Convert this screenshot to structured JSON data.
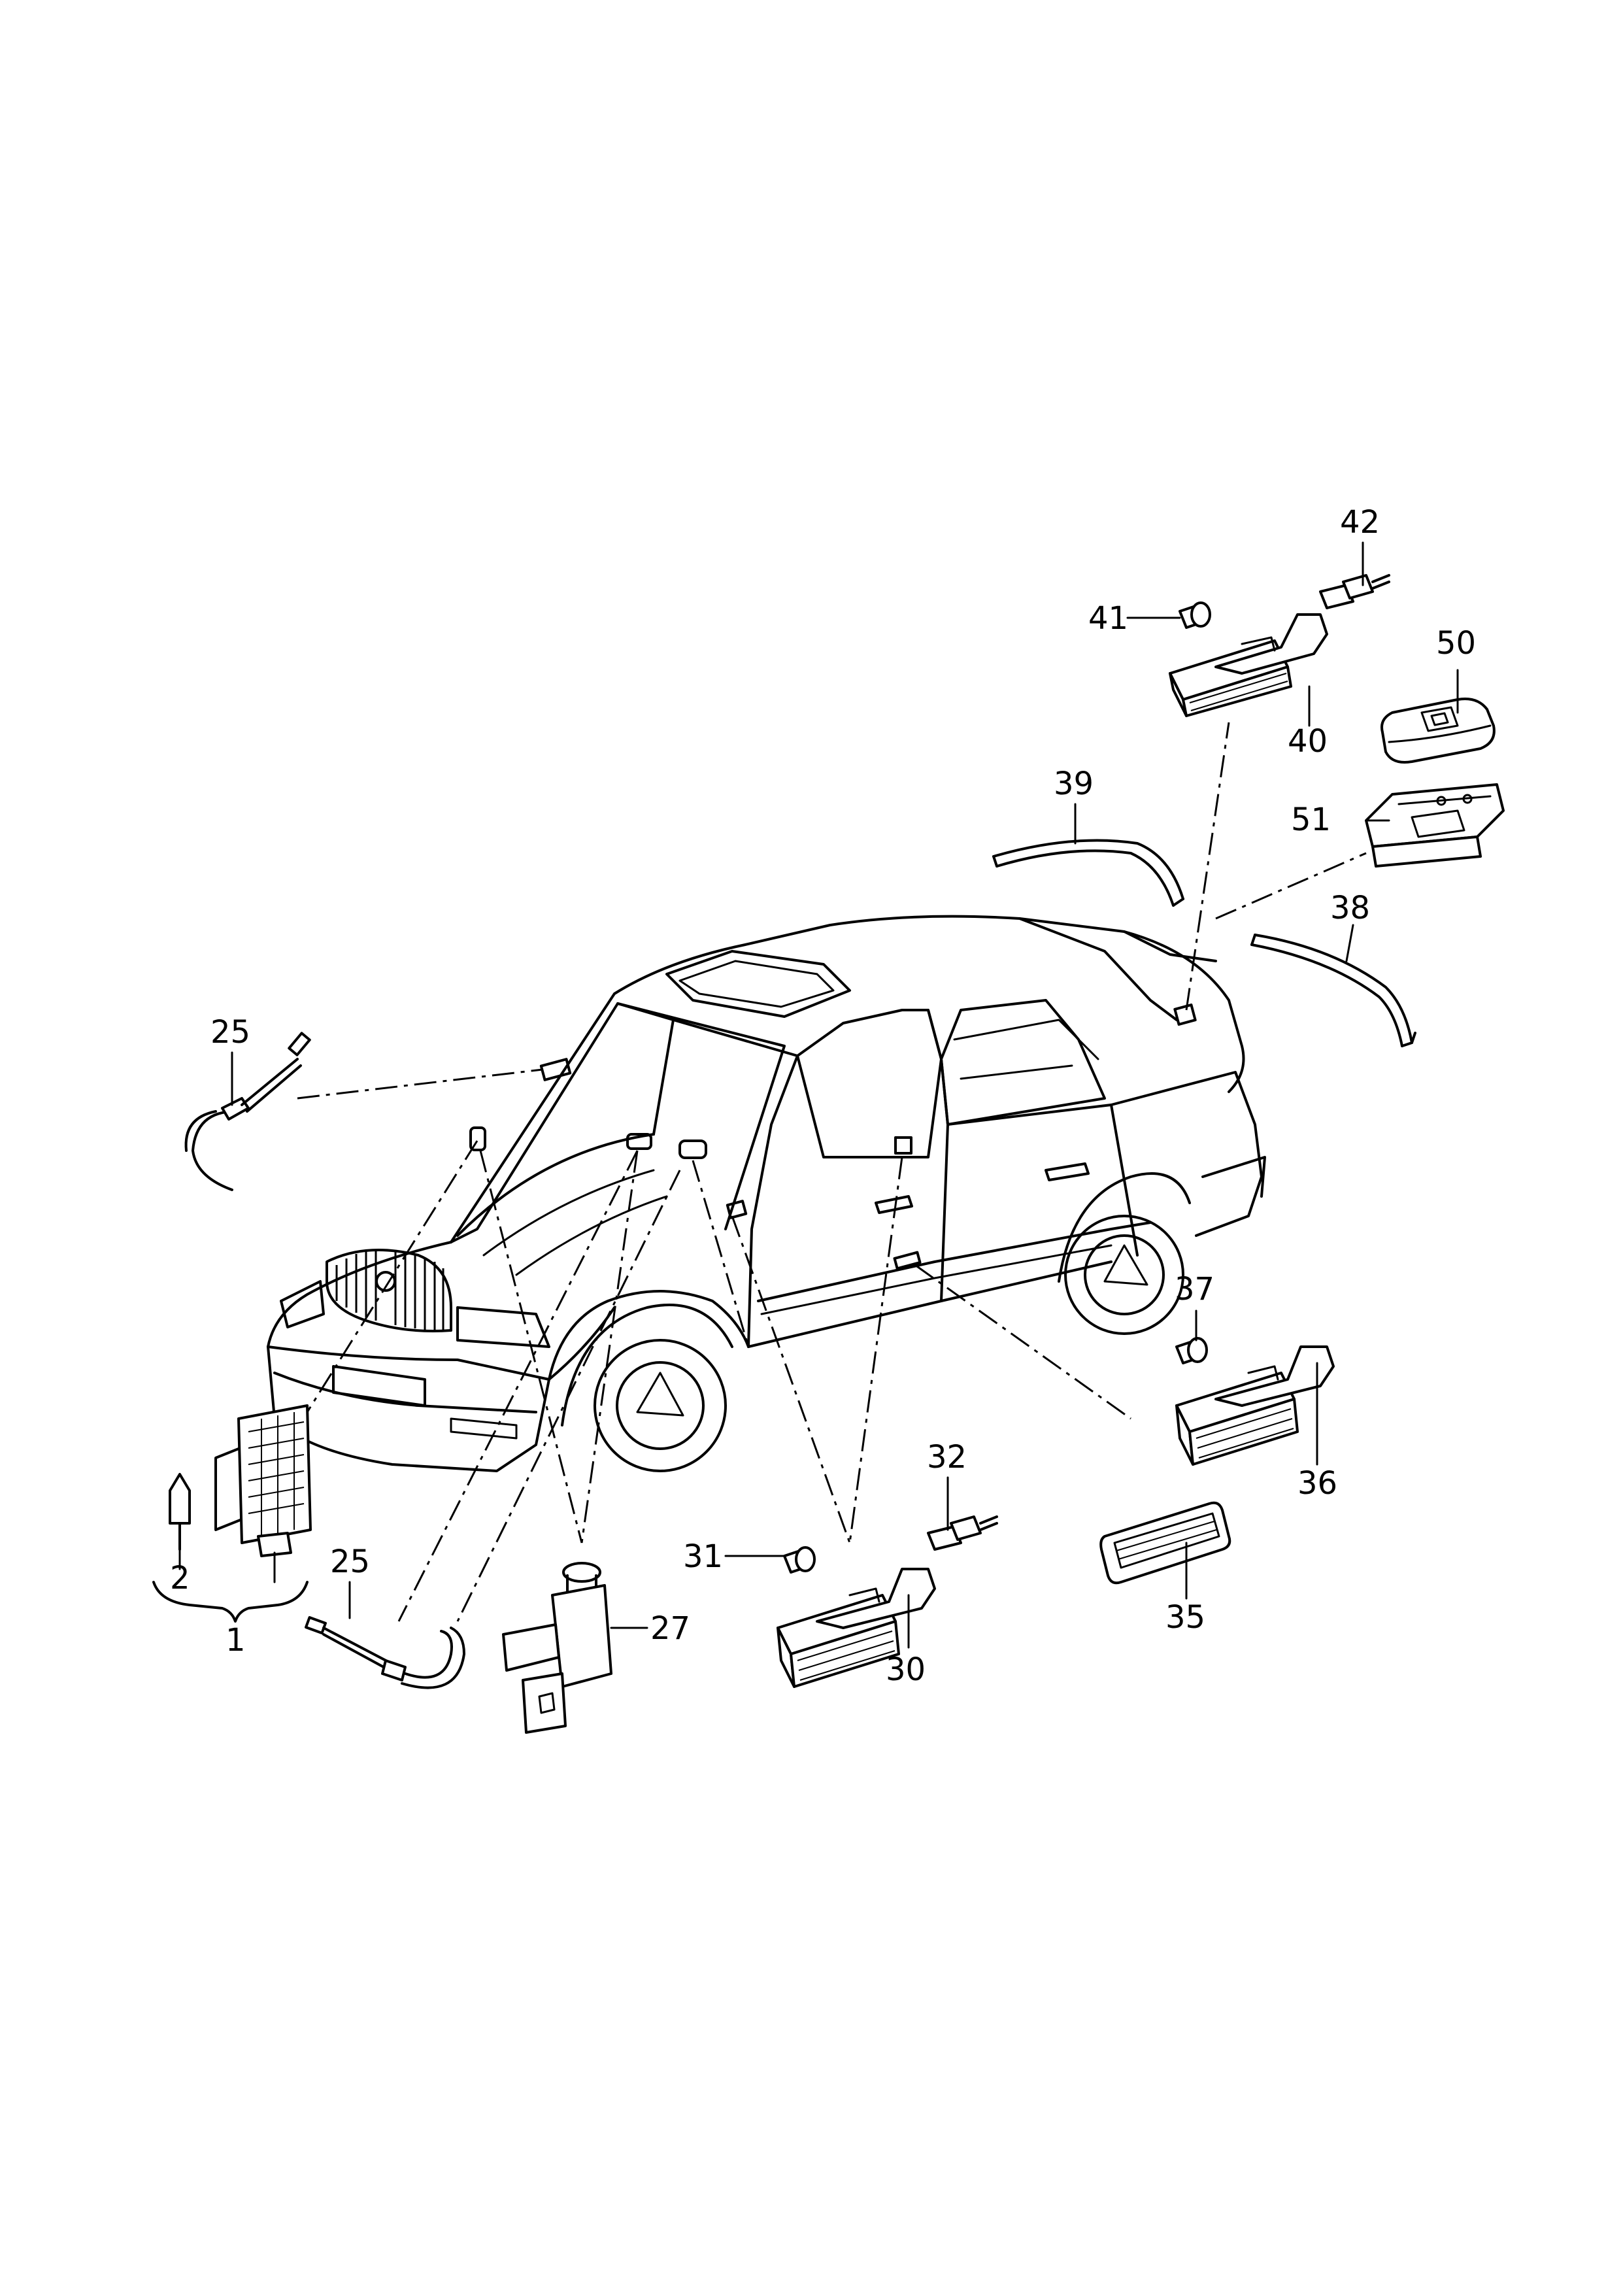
{
  "callouts": [
    {
      "id": "42",
      "text": "42"
    },
    {
      "id": "41",
      "text": "41"
    },
    {
      "id": "50",
      "text": "50"
    },
    {
      "id": "40",
      "text": "40"
    },
    {
      "id": "39",
      "text": "39"
    },
    {
      "id": "51",
      "text": "51"
    },
    {
      "id": "38",
      "text": "38"
    },
    {
      "id": "25a",
      "text": "25"
    },
    {
      "id": "37",
      "text": "37"
    },
    {
      "id": "36",
      "text": "36"
    },
    {
      "id": "32",
      "text": "32"
    },
    {
      "id": "31",
      "text": "31"
    },
    {
      "id": "30",
      "text": "30"
    },
    {
      "id": "35",
      "text": "35"
    },
    {
      "id": "2",
      "text": "2"
    },
    {
      "id": "1",
      "text": "1"
    },
    {
      "id": "25b",
      "text": "25"
    },
    {
      "id": "27",
      "text": "27"
    }
  ]
}
